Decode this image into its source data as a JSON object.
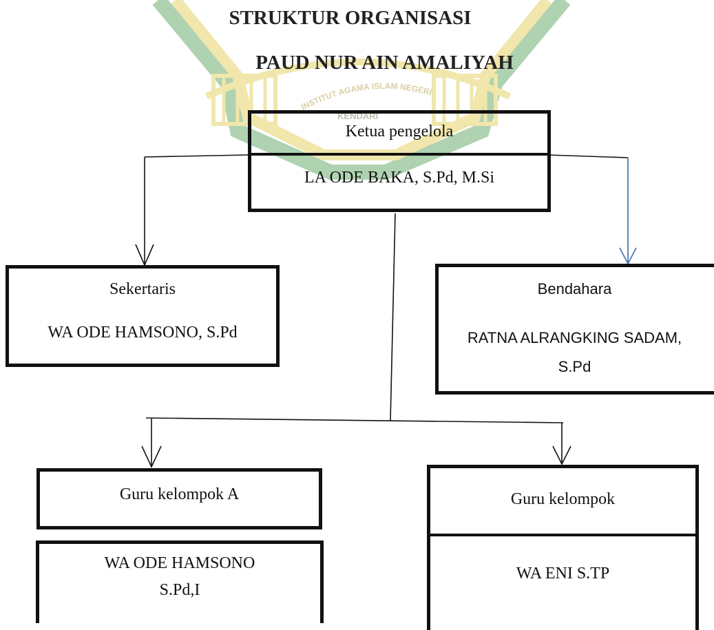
{
  "title": {
    "line1": "STRUKTUR ORGANISASI",
    "line2": "PAUD NUR AIN AMALIYAH"
  },
  "watermark": {
    "text": "INSTITUT AGAMA ISLAM NEGERI",
    "city": "KENDARI",
    "color": "#e6d36a",
    "green": "#6fae73"
  },
  "nodes": {
    "ketua": {
      "role": "Ketua pengelola",
      "name": "LA ODE BAKA, S.Pd, M.Si"
    },
    "sekertaris": {
      "role": "Sekertaris",
      "name": "WA ODE HAMSONO, S.Pd"
    },
    "bendahara": {
      "role": "Bendahara",
      "name_line1": "RATNA ALRANGKING SADAM,",
      "name_line2": "S.Pd"
    },
    "guru_a": {
      "role": "Guru kelompok A",
      "name_line1": "WA ODE HAMSONO",
      "name_line2": "S.Pd,I"
    },
    "guru_b": {
      "role": "Guru kelompok",
      "name": "WA ENI S.TP"
    }
  },
  "colors": {
    "line": "#111111",
    "blue_arrow": "#4a7ab8"
  }
}
